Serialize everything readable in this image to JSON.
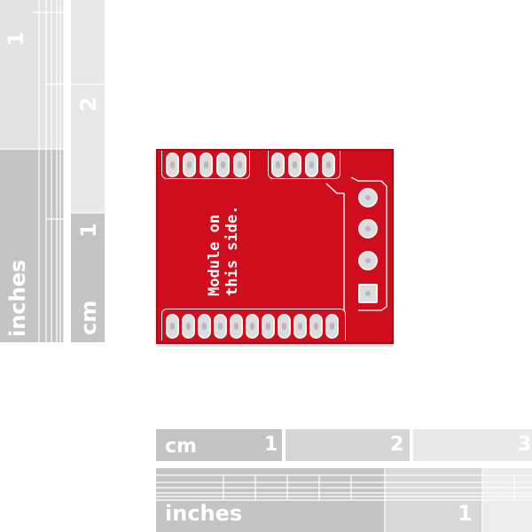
{
  "left_rulers": {
    "inch_label": "inches",
    "inch_number": "1",
    "cm_label": "cm",
    "cm_numbers": [
      "2",
      "1"
    ]
  },
  "bottom_rulers": {
    "cm_label": "cm",
    "cm_numbers": [
      "1",
      "2",
      "3"
    ],
    "inch_label": "inches",
    "inch_number": "1"
  },
  "board": {
    "color": "#cf0d1c",
    "silkscreen_text": "Module on\nthis side.",
    "top_left_header_pins": 5,
    "top_right_header_pins": 4,
    "bottom_header_pins": 11,
    "side_header_pins": 4
  }
}
